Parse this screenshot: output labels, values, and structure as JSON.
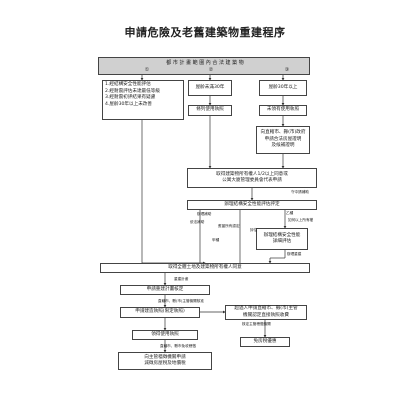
{
  "title": "申請危險及老舊建築物重建程序",
  "section": {
    "title": "都 市 計 畫 範 圍 內 合 法 建 築 物",
    "col_labels": [
      "①",
      "②",
      "③"
    ]
  },
  "boxes": {
    "a_lines": [
      "1.經結構安全性能評估",
      "2.經耐震評估未達最低等級",
      "3.經耐震初評結果有疑慮",
      "4.屋齡30年以上未改善"
    ],
    "b1": "屋齡未滿30年",
    "b2": "屋齡30年以上",
    "c1": "條列使用執照",
    "c2": "未領有使用執照",
    "d_lines": [
      "向直轄市、縣(市)政府",
      "申請合法房屋證明",
      "及候補證明"
    ],
    "e_lines": [
      "取得建築物所有權人1/2以上同意或",
      "公寓大廈管理委員會代表申請"
    ],
    "f": "辦理結構安全性能評估評定",
    "g_lines": [
      "辦理結構安全性能",
      "詳細評估"
    ],
    "h": "取得全體土地及建築物所有權人同意",
    "i": "申請重建計畫核定",
    "j": "申請建造執照(限定執照)",
    "k_lines": [
      "超過人申請直轄市、縣(市)主管",
      "機關認定直接執照收費"
    ],
    "l": "領得使用執照",
    "m_lines": [
      "向主管稽徵機關申請",
      "減徵房屋稅及地價稅"
    ],
    "n": "免房稅優惠"
  },
  "annotations": {
    "a1": "守中請補助",
    "a2": "辦理補助",
    "a3": "依法補助",
    "a4": "乙種",
    "a5": "甲種",
    "a6": "如何以上所有權",
    "a7": "應當所有認定",
    "a8": "辦理重建",
    "a9": "重建計畫",
    "a10": "直轄市、縣(市)主管機關核准",
    "a11": "核定主管稽徵機關",
    "a12": "直轄市、縣市免收稽徵",
    "a13": "評估"
  }
}
